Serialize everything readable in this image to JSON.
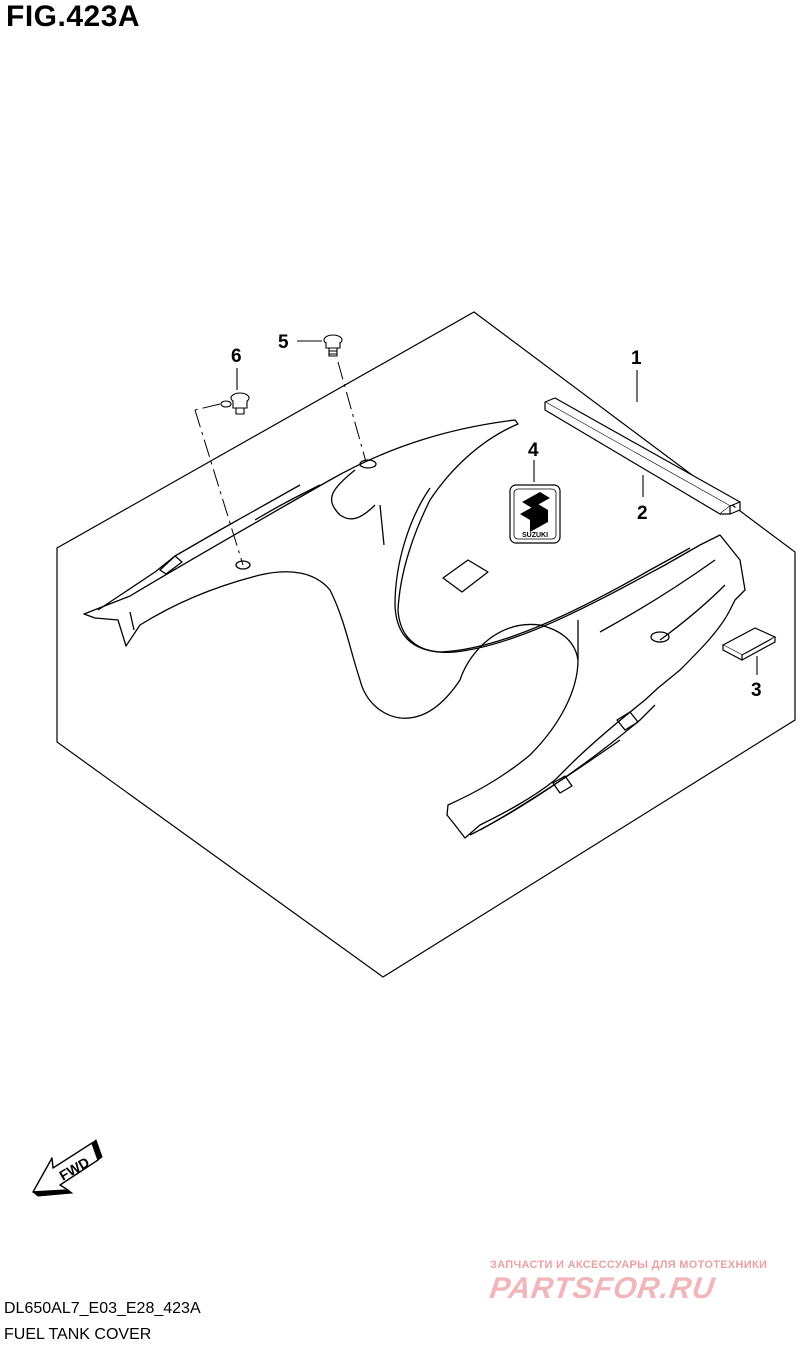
{
  "figure": {
    "title": "FIG.423A",
    "code": "DL650AL7_E03_E28_423A",
    "caption": "FUEL TANK COVER"
  },
  "callouts": [
    {
      "id": "1",
      "label": "1"
    },
    {
      "id": "2",
      "label": "2"
    },
    {
      "id": "3",
      "label": "3"
    },
    {
      "id": "4",
      "label": "4"
    },
    {
      "id": "5",
      "label": "5"
    },
    {
      "id": "6",
      "label": "6"
    }
  ],
  "emblem": {
    "text": "SUZUKI"
  },
  "fwd_arrow": {
    "label": "FWD"
  },
  "watermark": {
    "tagline": "ЗАПЧАСТИ И АКСЕССУАРЫ ДЛЯ МОТОТЕХНИКИ",
    "brand": "PARTSFOR.RU"
  }
}
